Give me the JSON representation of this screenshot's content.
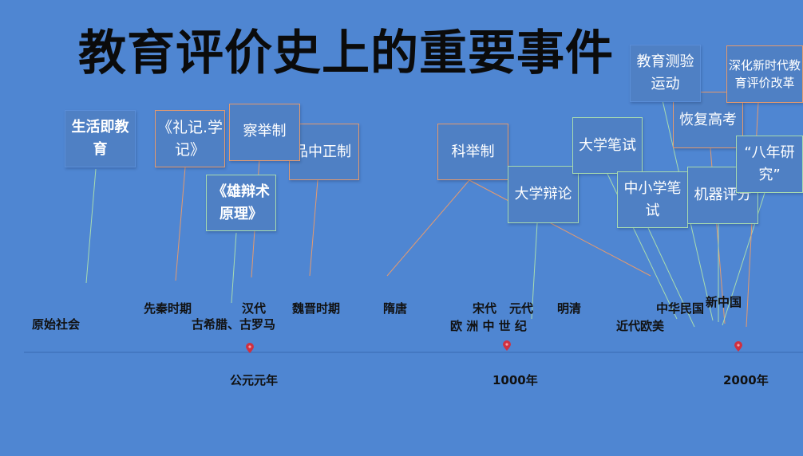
{
  "slide": {
    "title": "教育评价史上的重要事件"
  },
  "events": {
    "life_education": "生活即教育",
    "liji_xueji": "《礼记.学记》",
    "chajuzhi": "察举制",
    "jiupin": "九品中正制",
    "xiongbian": "《雄辩术原理》",
    "keju": "科举制",
    "daxue_bianlun": "大学辩论",
    "daxue_bishi": "大学笔试",
    "zhongxiaoxue_bishi": "中小学笔试",
    "jiaoyu_ceyan": "教育测验运动",
    "huifu_gaokao": "恢复高考",
    "jiqi_pingfen": "机器评分",
    "banian_yanjiu": "“八年研究”",
    "shenhua_gaige": "深化新时代教育评价改革"
  },
  "eras": {
    "yuanshi": "原始社会",
    "xianqin": "先秦时期",
    "gu_xila": "古希腊、古罗马",
    "handai": "汉代",
    "weijin": "魏晋时期",
    "suitang": "隋唐",
    "songdai": "宋代",
    "yuandai": "元代",
    "ouzhou_zhongshiji": "欧 洲 中 世 纪",
    "mingqing": "明清",
    "jindai_oumei": "近代欧美",
    "zhonghua_minguo": "中华民国",
    "xin_zhongguo": "新中国"
  },
  "axis": {
    "tick_0": "公元元年",
    "tick_1000": "1000年",
    "tick_2000": "2000年"
  },
  "colors": {
    "background": "#4f86d2",
    "box_fill": "#4f80c4",
    "connector_orange": "#e59a6e",
    "connector_green": "#a8dcb0",
    "axis": "#3f6fb8",
    "pin": "#d03040"
  },
  "icons": {
    "pin": "map-pin-icon"
  }
}
